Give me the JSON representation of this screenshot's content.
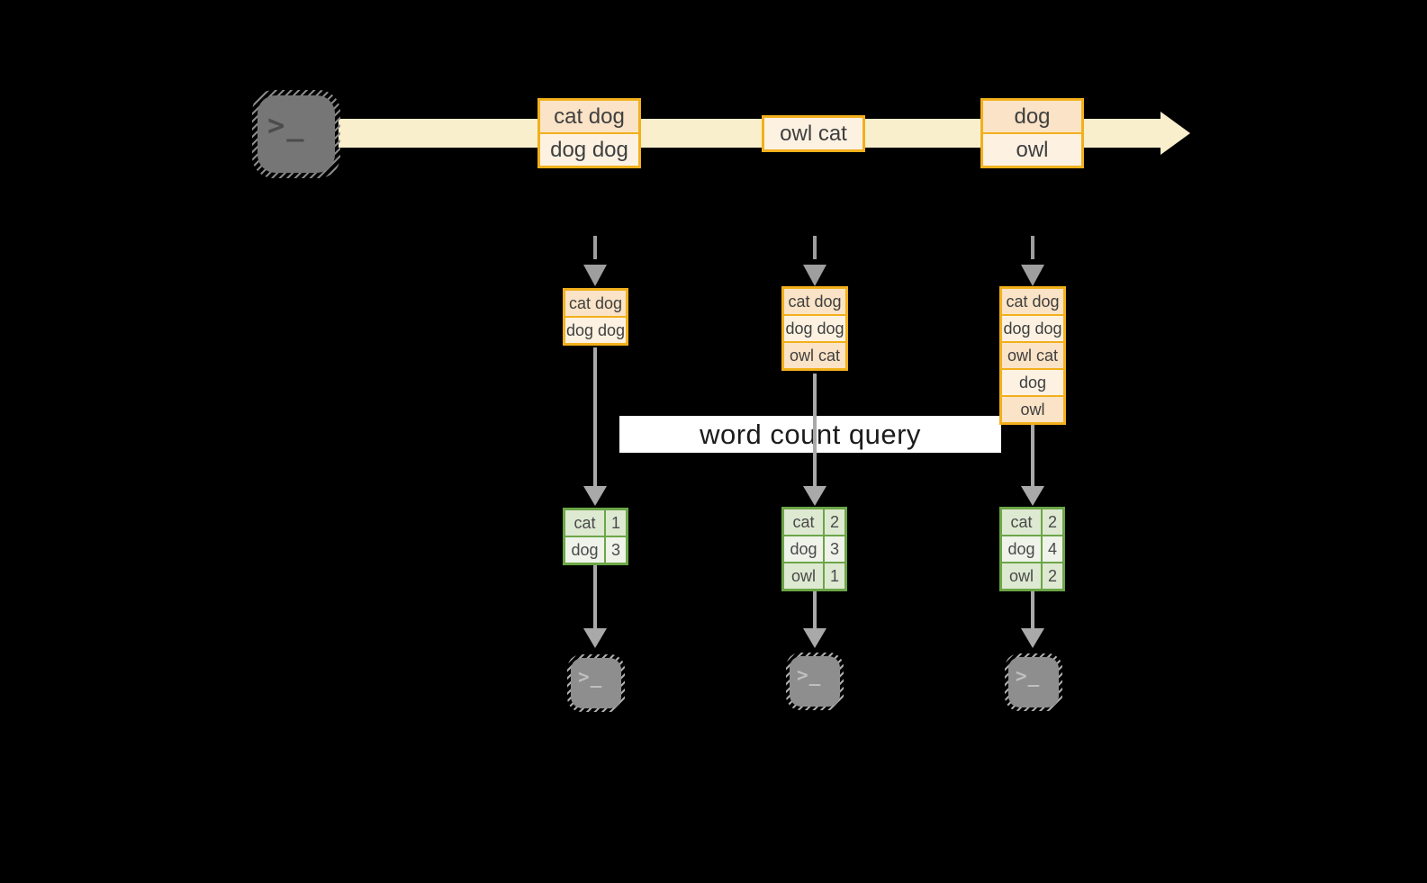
{
  "query_label": "word count query",
  "icons": {
    "terminal_glyph": ">_"
  },
  "colors": {
    "background": "#000000",
    "stream_band": "#FAEFCD",
    "orange_border": "#F2B01C",
    "orange_row_dark": "#FAE3C6",
    "orange_row_light": "#FDF2E2",
    "green_border": "#6CA647",
    "green_row_dark": "#DEE9D2",
    "green_row_light": "#EFF3EA",
    "arrow_gray": "#A9A9A9",
    "terminal_dark_body": "#767676",
    "terminal_light_body": "#8E8E8E",
    "text_dark": "#3F3F3F"
  },
  "stream": {
    "batches": [
      {
        "records": [
          "cat dog",
          "dog dog"
        ]
      },
      {
        "records": [
          "owl cat"
        ]
      },
      {
        "records": [
          "dog",
          "owl"
        ]
      }
    ]
  },
  "columns": [
    {
      "state_records": [
        "cat dog",
        "dog dog"
      ],
      "result": [
        {
          "word": "cat",
          "count": 1
        },
        {
          "word": "dog",
          "count": 3
        }
      ]
    },
    {
      "state_records": [
        "cat dog",
        "dog dog",
        "owl cat"
      ],
      "result": [
        {
          "word": "cat",
          "count": 2
        },
        {
          "word": "dog",
          "count": 3
        },
        {
          "word": "owl",
          "count": 1
        }
      ]
    },
    {
      "state_records": [
        "cat dog",
        "dog dog",
        "owl cat",
        "dog",
        "owl"
      ],
      "result": [
        {
          "word": "cat",
          "count": 2
        },
        {
          "word": "dog",
          "count": 4
        },
        {
          "word": "owl",
          "count": 2
        }
      ]
    }
  ]
}
